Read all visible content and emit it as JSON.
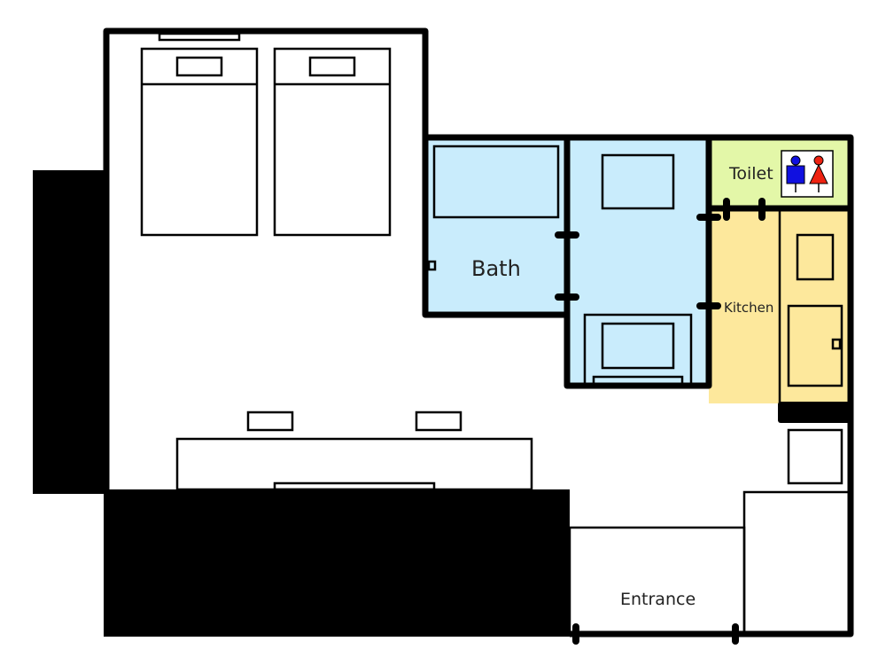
{
  "rooms": {
    "bath": "Bath",
    "toilet": "Toilet",
    "kitchen": "Kitchen",
    "entrance": "Entrance"
  },
  "colors": {
    "bath": "#c9ecfc",
    "toilet": "#e3f7a8",
    "kitchen": "#fde89c",
    "wall": "#000000",
    "male": "#1010e0",
    "female": "#ee2211"
  },
  "icons": [
    "restroom-sign-icon"
  ]
}
